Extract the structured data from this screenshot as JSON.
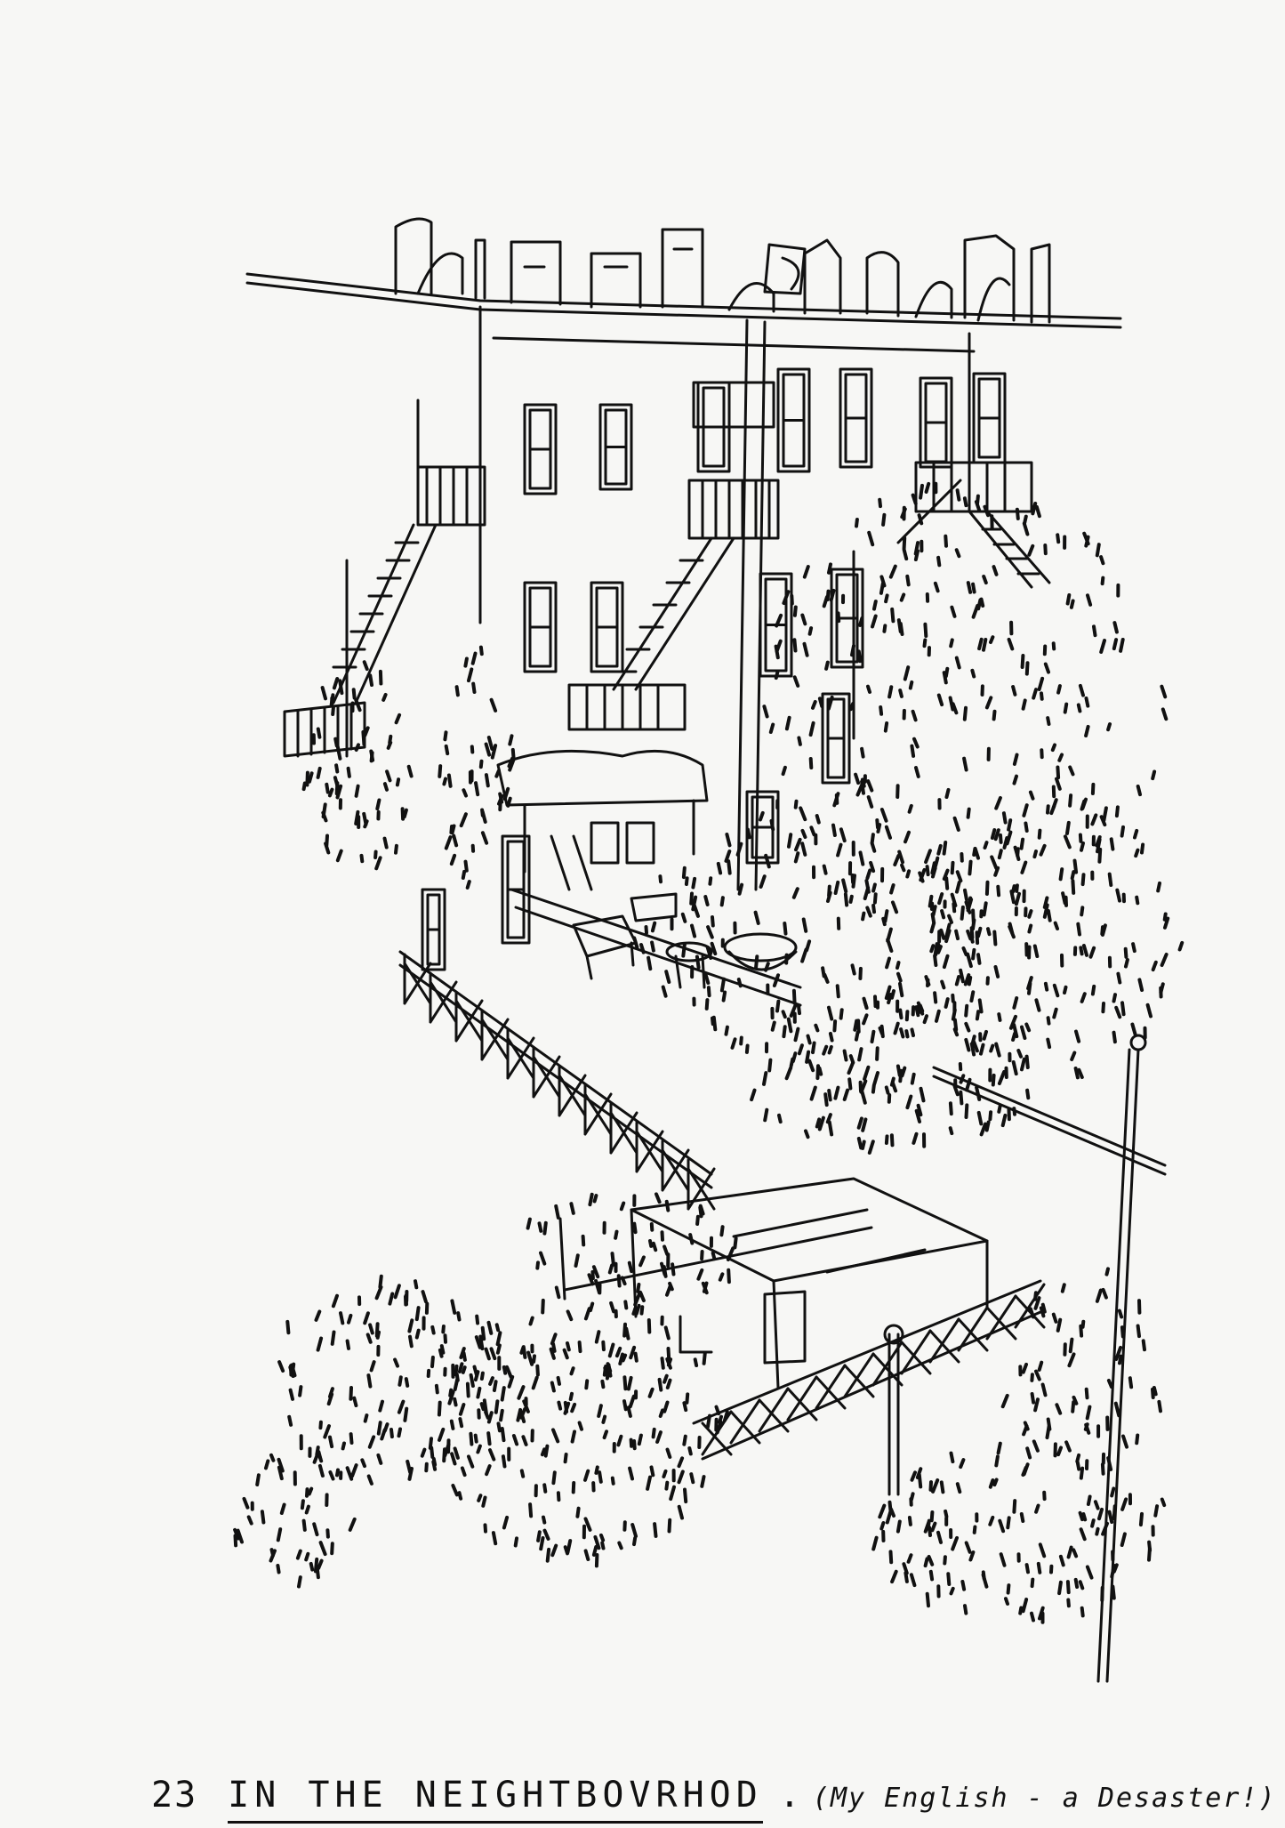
{
  "caption": {
    "number": "23",
    "title": "IN THE NEIGHTBOVRHOD",
    "separator": ".",
    "note": "(My English - a Desaster!)"
  },
  "colors": {
    "ink": "#111111",
    "paper": "#f7f7f5"
  },
  "illustration": {
    "style": "black ink line drawing",
    "elements": [
      "rowhouses",
      "fire-escapes",
      "rooftop-chimneys",
      "trees",
      "fences",
      "shed",
      "utility-pole",
      "backyard-furniture"
    ]
  }
}
